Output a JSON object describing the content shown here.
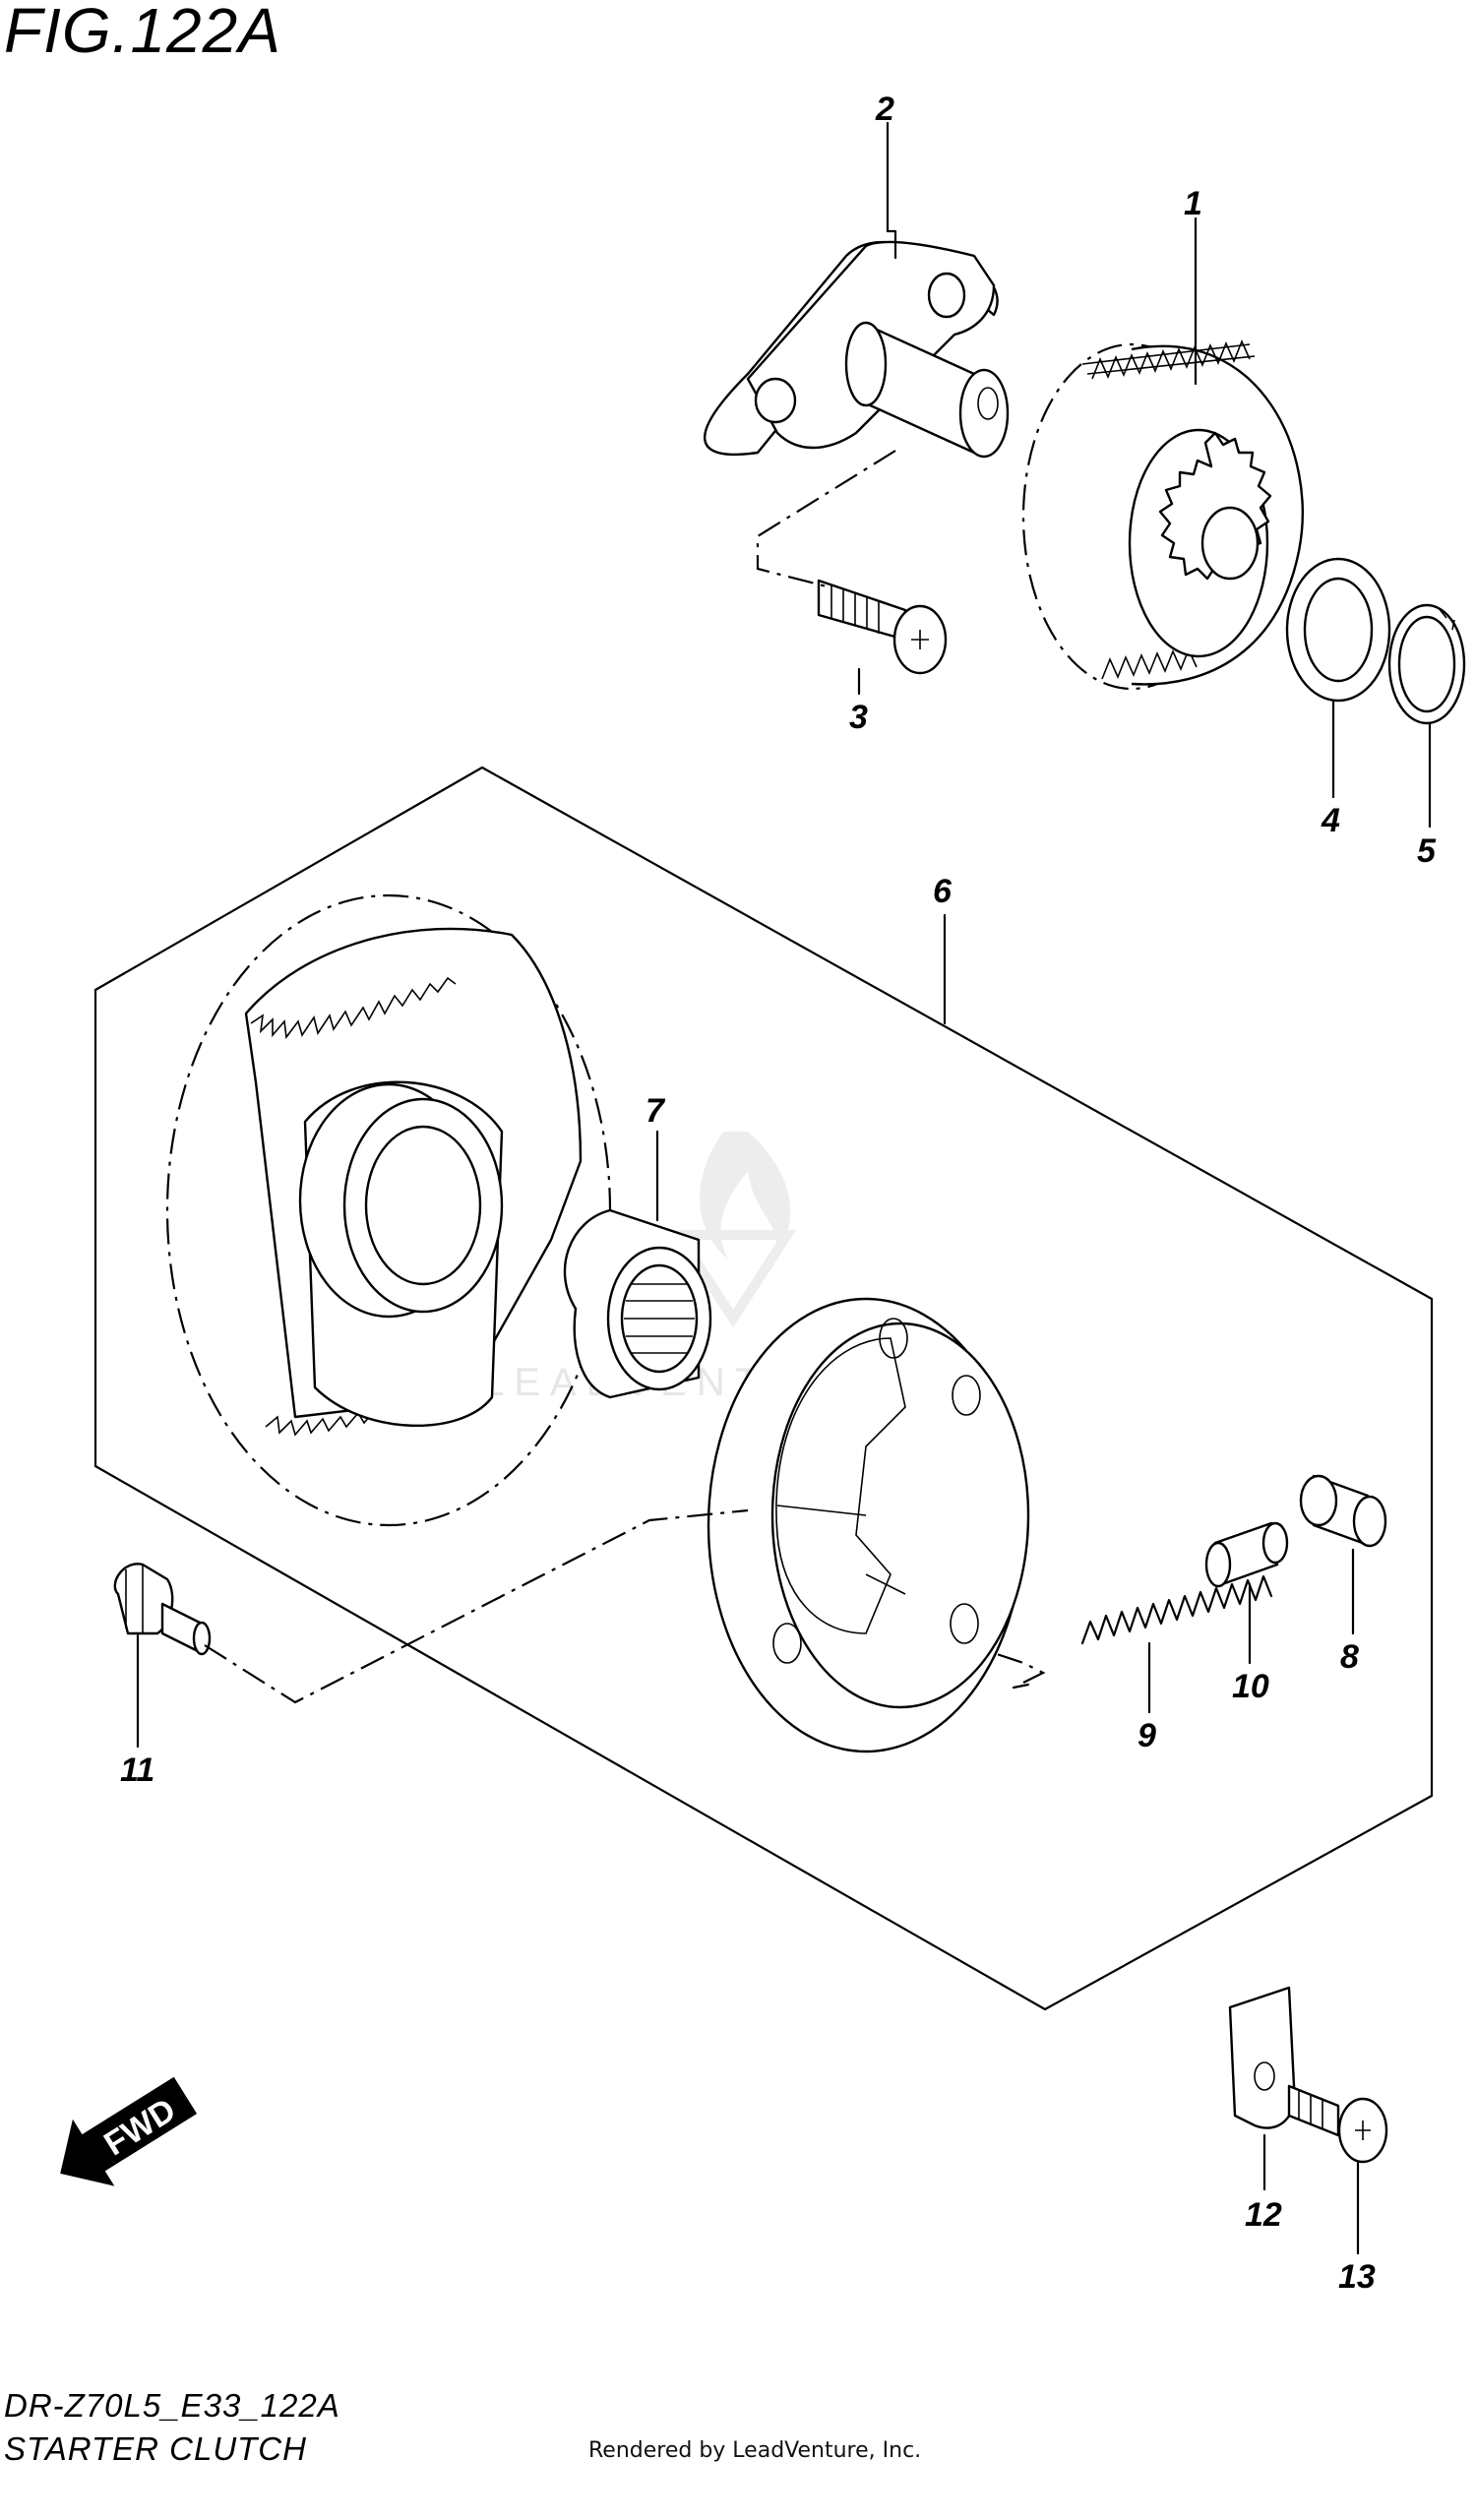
{
  "figure": {
    "title": "FIG.122A",
    "model_code": "DR-Z70L5_E33_122A",
    "section_name": "STARTER CLUTCH",
    "render_credit": "Rendered by LeadVenture, Inc.",
    "watermark_text": "LEADVENTURE",
    "direction_label": "FWD"
  },
  "callouts": [
    {
      "id": "callout-1",
      "label": "1"
    },
    {
      "id": "callout-2",
      "label": "2"
    },
    {
      "id": "callout-3",
      "label": "3"
    },
    {
      "id": "callout-4",
      "label": "4"
    },
    {
      "id": "callout-5",
      "label": "5"
    },
    {
      "id": "callout-6",
      "label": "6"
    },
    {
      "id": "callout-7",
      "label": "7"
    },
    {
      "id": "callout-8",
      "label": "8"
    },
    {
      "id": "callout-9",
      "label": "9"
    },
    {
      "id": "callout-10",
      "label": "10"
    },
    {
      "id": "callout-11",
      "label": "11"
    },
    {
      "id": "callout-12",
      "label": "12"
    },
    {
      "id": "callout-13",
      "label": "13"
    }
  ],
  "colors": {
    "line": "#000000",
    "background": "#ffffff",
    "watermark": "#e4e4e4"
  }
}
